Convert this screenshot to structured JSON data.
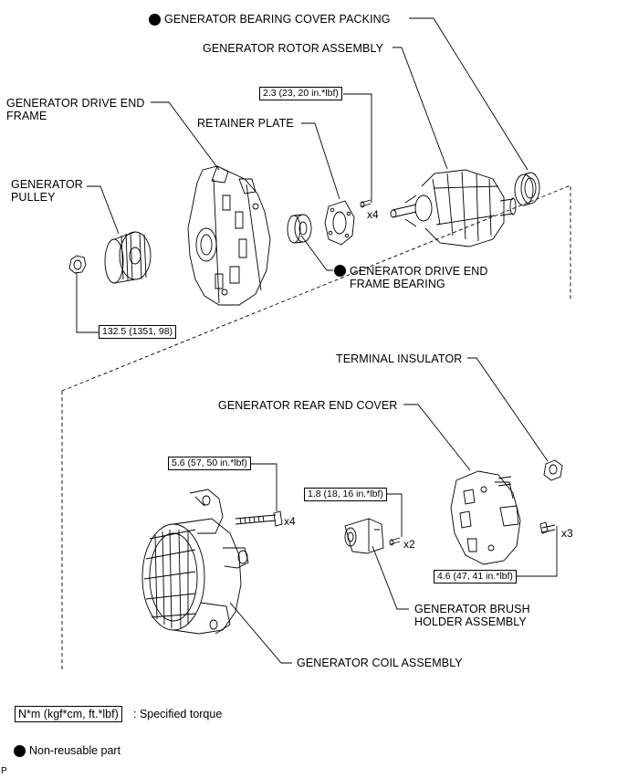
{
  "labels": {
    "bearing_cover_packing": "GENERATOR BEARING COVER PACKING",
    "rotor_assembly": "GENERATOR ROTOR ASSEMBLY",
    "drive_end_frame": "GENERATOR DRIVE END\nFRAME",
    "retainer_plate": "RETAINER PLATE",
    "pulley": "GENERATOR\nPULLEY",
    "drive_end_frame_bearing": "GENERATOR DRIVE END\nFRAME BEARING",
    "terminal_insulator": "TERMINAL INSULATOR",
    "rear_end_cover": "GENERATOR REAR END COVER",
    "brush_holder": "GENERATOR BRUSH\nHOLDER ASSEMBLY",
    "coil_assembly": "GENERATOR COIL ASSEMBLY"
  },
  "torques": {
    "retainer_screw": "2.3 (23, 20 in.*lbf)",
    "pulley_nut": "132.5 (1351, 98)",
    "coil_bolt": "5.6 (57, 50 in.*lbf)",
    "brush_screw": "1.8 (18, 16 in.*lbf)",
    "rear_cover_nut": "4.6 (47, 41 in.*lbf)"
  },
  "quantities": {
    "retainer_screw": "x4",
    "coil_bolt": "x4",
    "brush_screw": "x2",
    "rear_cover_nut": "x3"
  },
  "legend": {
    "torque_unit": "N*m (kgf*cm, ft.*lbf)",
    "torque_desc": ": Specified torque",
    "nonreusable": "Non-reusable part"
  },
  "corner_mark": "P"
}
